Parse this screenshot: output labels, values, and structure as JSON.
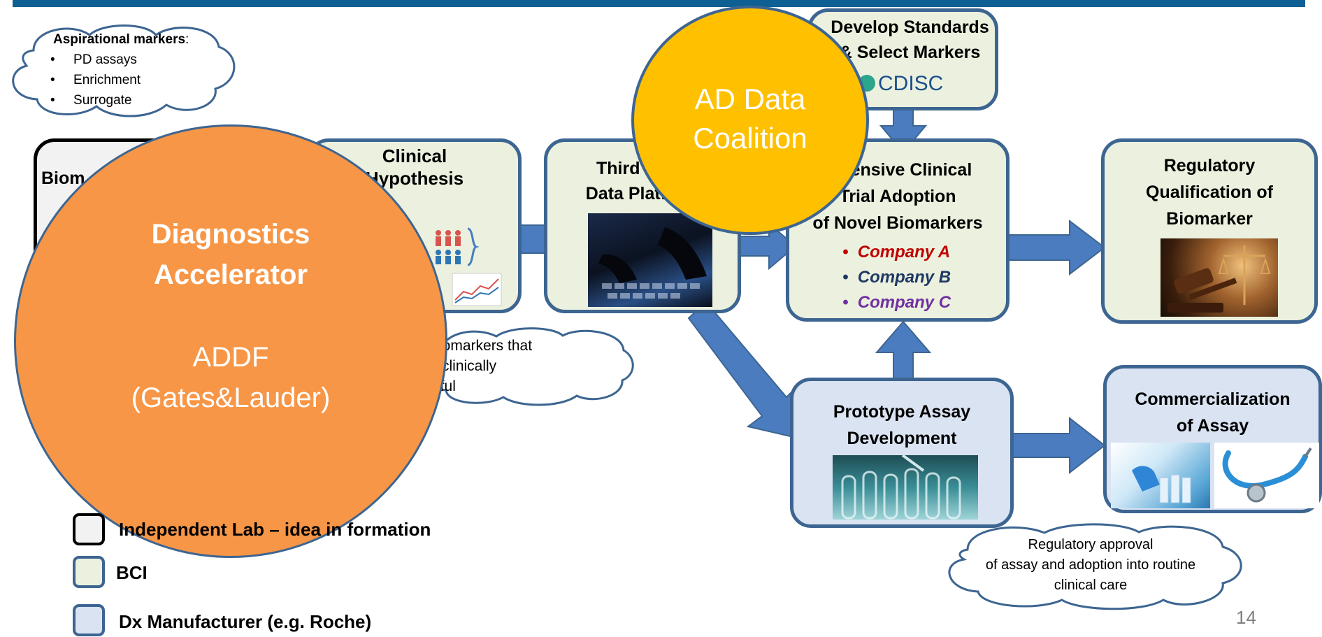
{
  "slide": {
    "page_number": "14"
  },
  "aspirational_cloud": {
    "heading": "Aspirational markers",
    "colon": ":",
    "items": [
      "PD assays",
      "Enrichment",
      "Surrogate"
    ]
  },
  "boxes": {
    "biomarker_partial": "Biom",
    "clinical_hypothesis": {
      "line1": "Clinical",
      "line2": "Hypothesis"
    },
    "third_party": {
      "line1": "Third Party",
      "line2": "Data Platform"
    },
    "standards": {
      "line1": "Develop Standards",
      "line2": "& Select Markers",
      "logo": "CDISC"
    },
    "adoption": {
      "line1": "Extensive Clinical",
      "line2": "Trial Adoption",
      "line3": "of Novel Biomarkers",
      "companies": [
        "Company A",
        "Company B",
        "Company C"
      ]
    },
    "regulatory": {
      "line1": "Regulatory",
      "line2": "Qualification of",
      "line3": "Biomarker"
    },
    "prototype": {
      "line1": "Prototype Assay",
      "line2": "Development"
    },
    "commercial": {
      "line1": "Commercialization",
      "line2": "of Assay"
    }
  },
  "clouds": {
    "biomarkers": {
      "line1": "iomarkers that",
      "line2": "clinically",
      "line3": "gful"
    },
    "regulatory_approval": {
      "line1": "Regulatory approval",
      "line2": "of assay and adoption into routine",
      "line3": "clinical  care"
    }
  },
  "circles": {
    "diagnostics": {
      "line1": "Diagnostics",
      "line2": "Accelerator",
      "line3": "ADDF",
      "line4": "(Gates&Lauder)"
    },
    "ad_data": {
      "line1": "AD Data",
      "line2": "Coalition"
    }
  },
  "legend": [
    {
      "label": "Independent Lab – idea in formation"
    },
    {
      "label": "BCI"
    },
    {
      "label": "Dx Manufacturer (e.g. Roche)"
    }
  ],
  "colors": {
    "topbar": "#0e5f93",
    "box_border": "#3d6591",
    "bci_fill": "#ebf1de",
    "dx_fill": "#dae3f2",
    "lab_fill": "#f2f2f2",
    "arrow": "#4a7cbf",
    "diagnostics_circle": "#f79646",
    "ad_circle": "#ffc000",
    "company_a": "#c00000",
    "company_b": "#1f3864",
    "company_c": "#7030a0"
  }
}
